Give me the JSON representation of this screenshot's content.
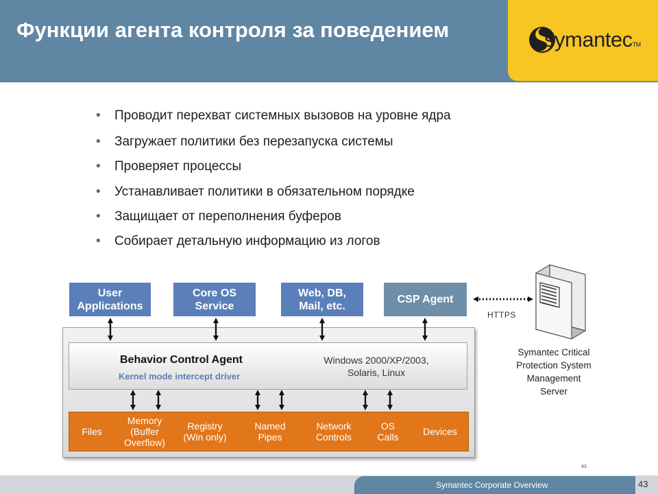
{
  "header": {
    "title": "Функции агента контроля за поведением",
    "logo_text": "symantec",
    "logo_tm": "TM"
  },
  "bullets": [
    "Проводит перехват системных вызовов на уровне ядра",
    "Загружает политики без перезапуска системы",
    "Проверяет процессы",
    "Устанавливает политики в обязательном порядке",
    "Защищает от переполнения буферов",
    "Собирает детальную информацию из логов"
  ],
  "diagram": {
    "top_boxes": [
      "User\nApplications",
      "Core OS\nService",
      "Web, DB,\nMail, etc.",
      "CSP Agent"
    ],
    "agent_title": "Behavior Control Agent",
    "agent_subtitle": "Kernel mode intercept driver",
    "agent_os": "Windows 2000/XP/2003,\nSolaris, Linux",
    "resources": [
      "Files",
      "Memory\n(Buffer\nOverflow)",
      "Registry\n(Win only)",
      "Named\nPipes",
      "Network\nControls",
      "OS\nCalls",
      "Devices"
    ],
    "https_label": "HTTPS",
    "server_label": "Symantec Critical\nProtection System\nManagement\nServer",
    "slide_number_small": "43"
  },
  "footer": {
    "text": "Symantec Corporate Overview",
    "page": "43"
  },
  "colors": {
    "header": "#5f86a3",
    "logo_bg": "#f7c623",
    "box_blue": "#5b7fb8",
    "box_gray_blue": "#6f8ea7",
    "orange": "#e2761a"
  }
}
